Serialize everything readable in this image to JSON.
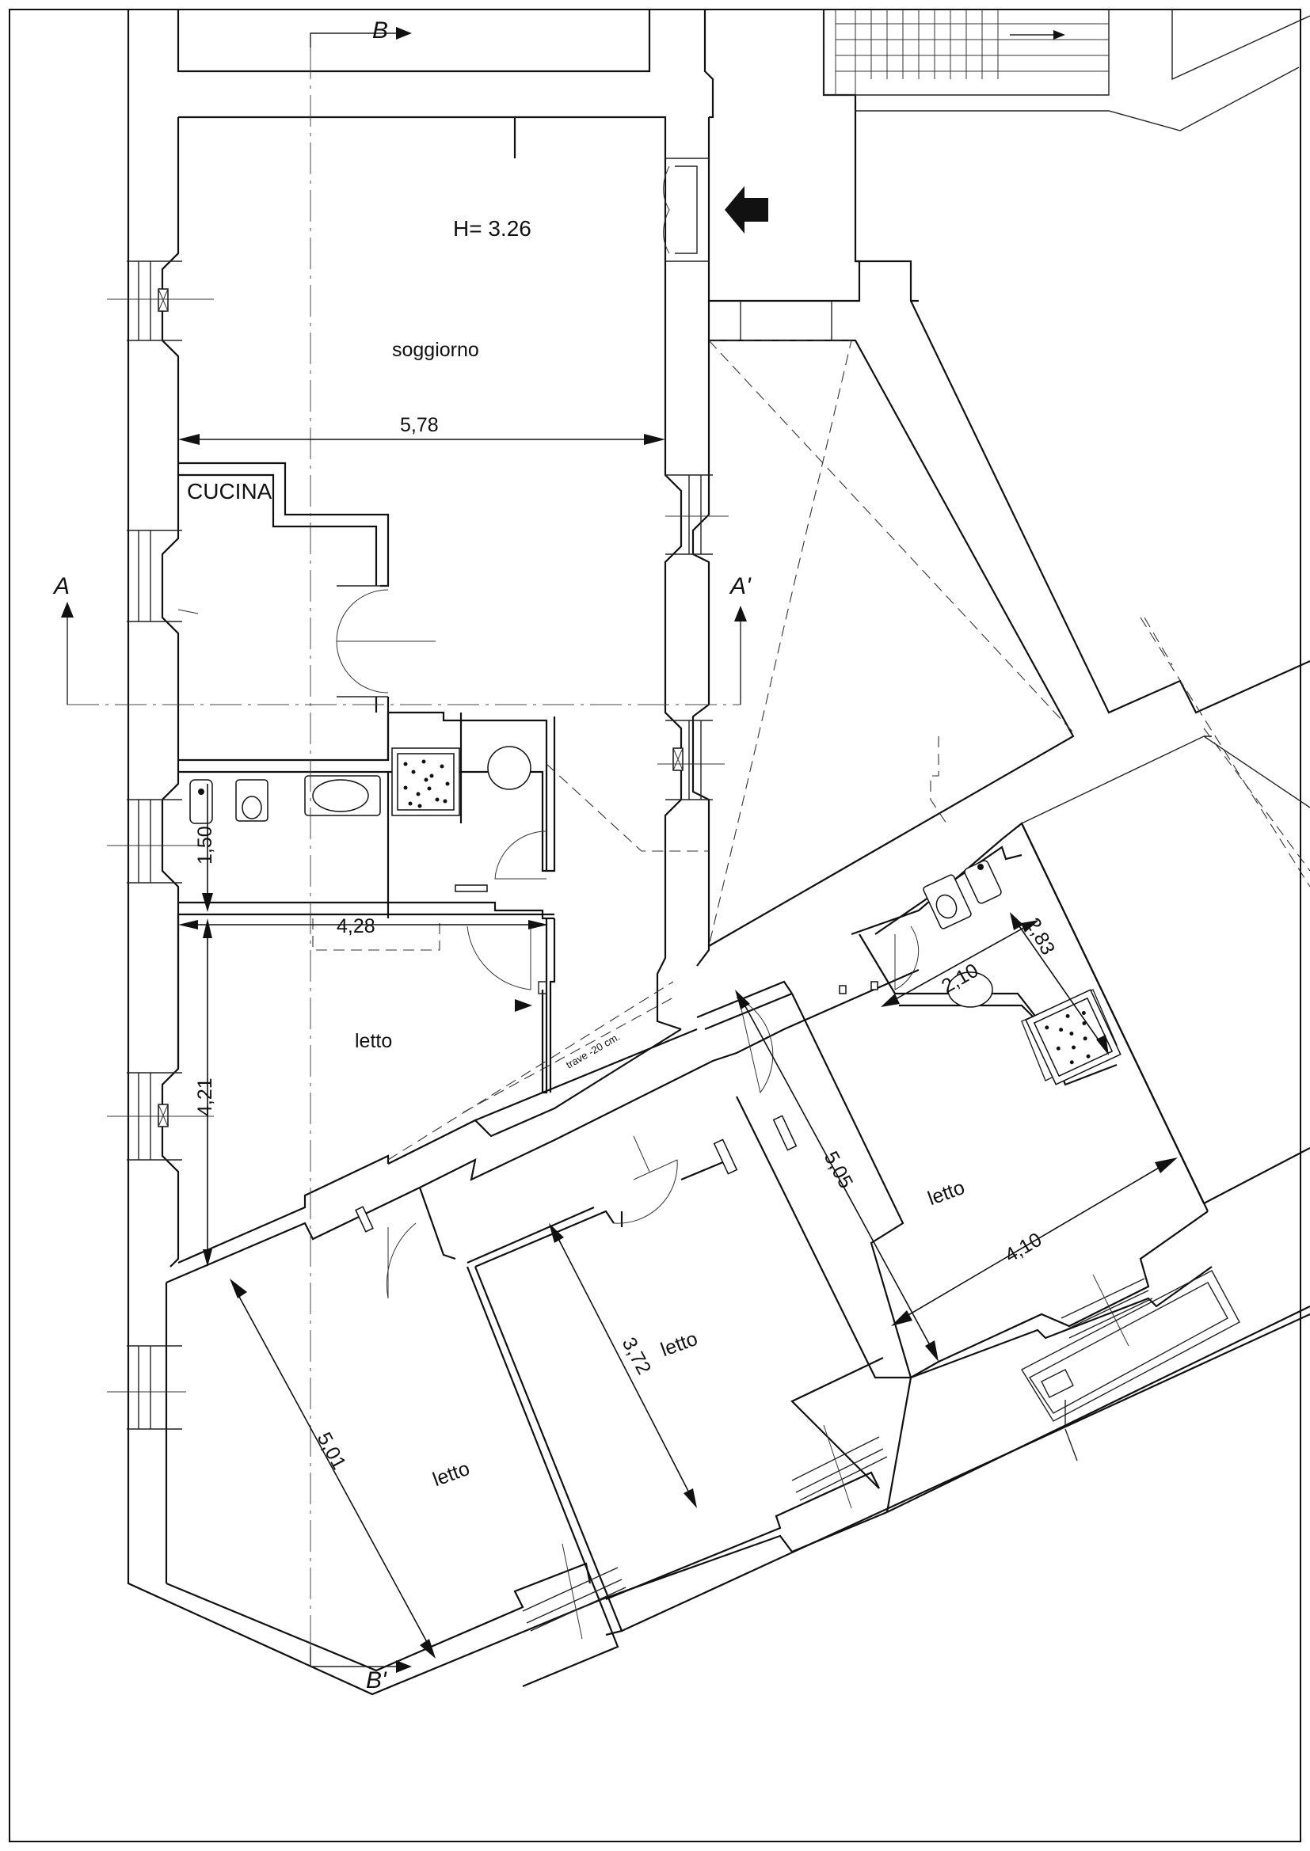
{
  "rooms": {
    "height": "H= 3.26",
    "soggiorno": "soggiorno",
    "cucina": "CUCINA",
    "letto_1": "letto",
    "letto_2": "letto",
    "letto_3": "letto",
    "letto_4": "letto"
  },
  "dimensions": {
    "soggiorno_width": "5,78",
    "bath_depth": "1,50",
    "corridor_width": "4,28",
    "letto_1_depth": "4,21",
    "letto_2_length": "5,01",
    "letto_3_length": "3,72",
    "letto_4_length": "5,05",
    "letto_4_width": "4,10",
    "bath2_width": "2,10",
    "bath2_length": "2,83"
  },
  "annotations": {
    "beam": "trave -20 cm."
  },
  "section_markers": {
    "a": "A",
    "a_prime": "A'",
    "b": "B",
    "b_prime": "B'"
  }
}
